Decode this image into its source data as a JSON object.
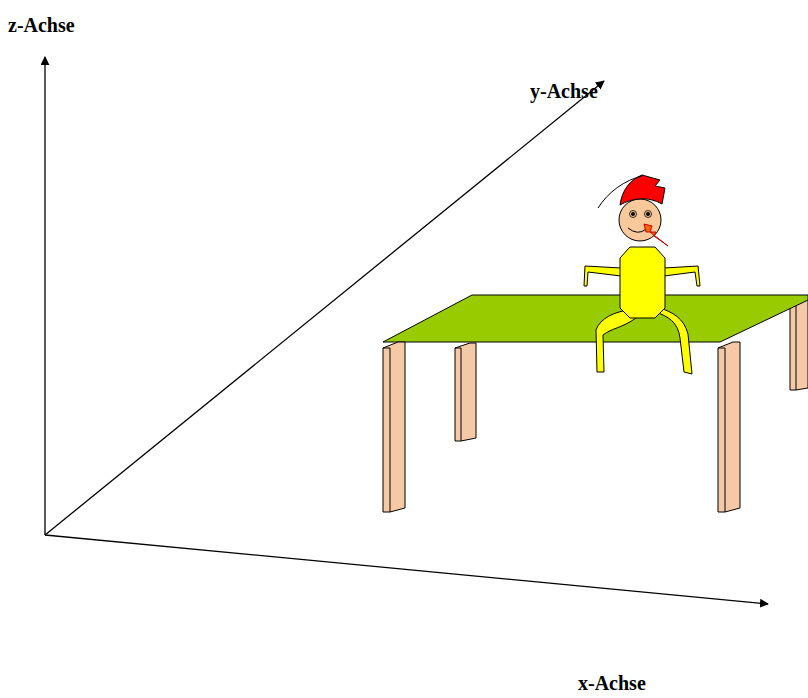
{
  "diagram": {
    "labels": [
      "z-Achse",
      "y-Achse",
      "x-Achse"
    ]
  }
}
